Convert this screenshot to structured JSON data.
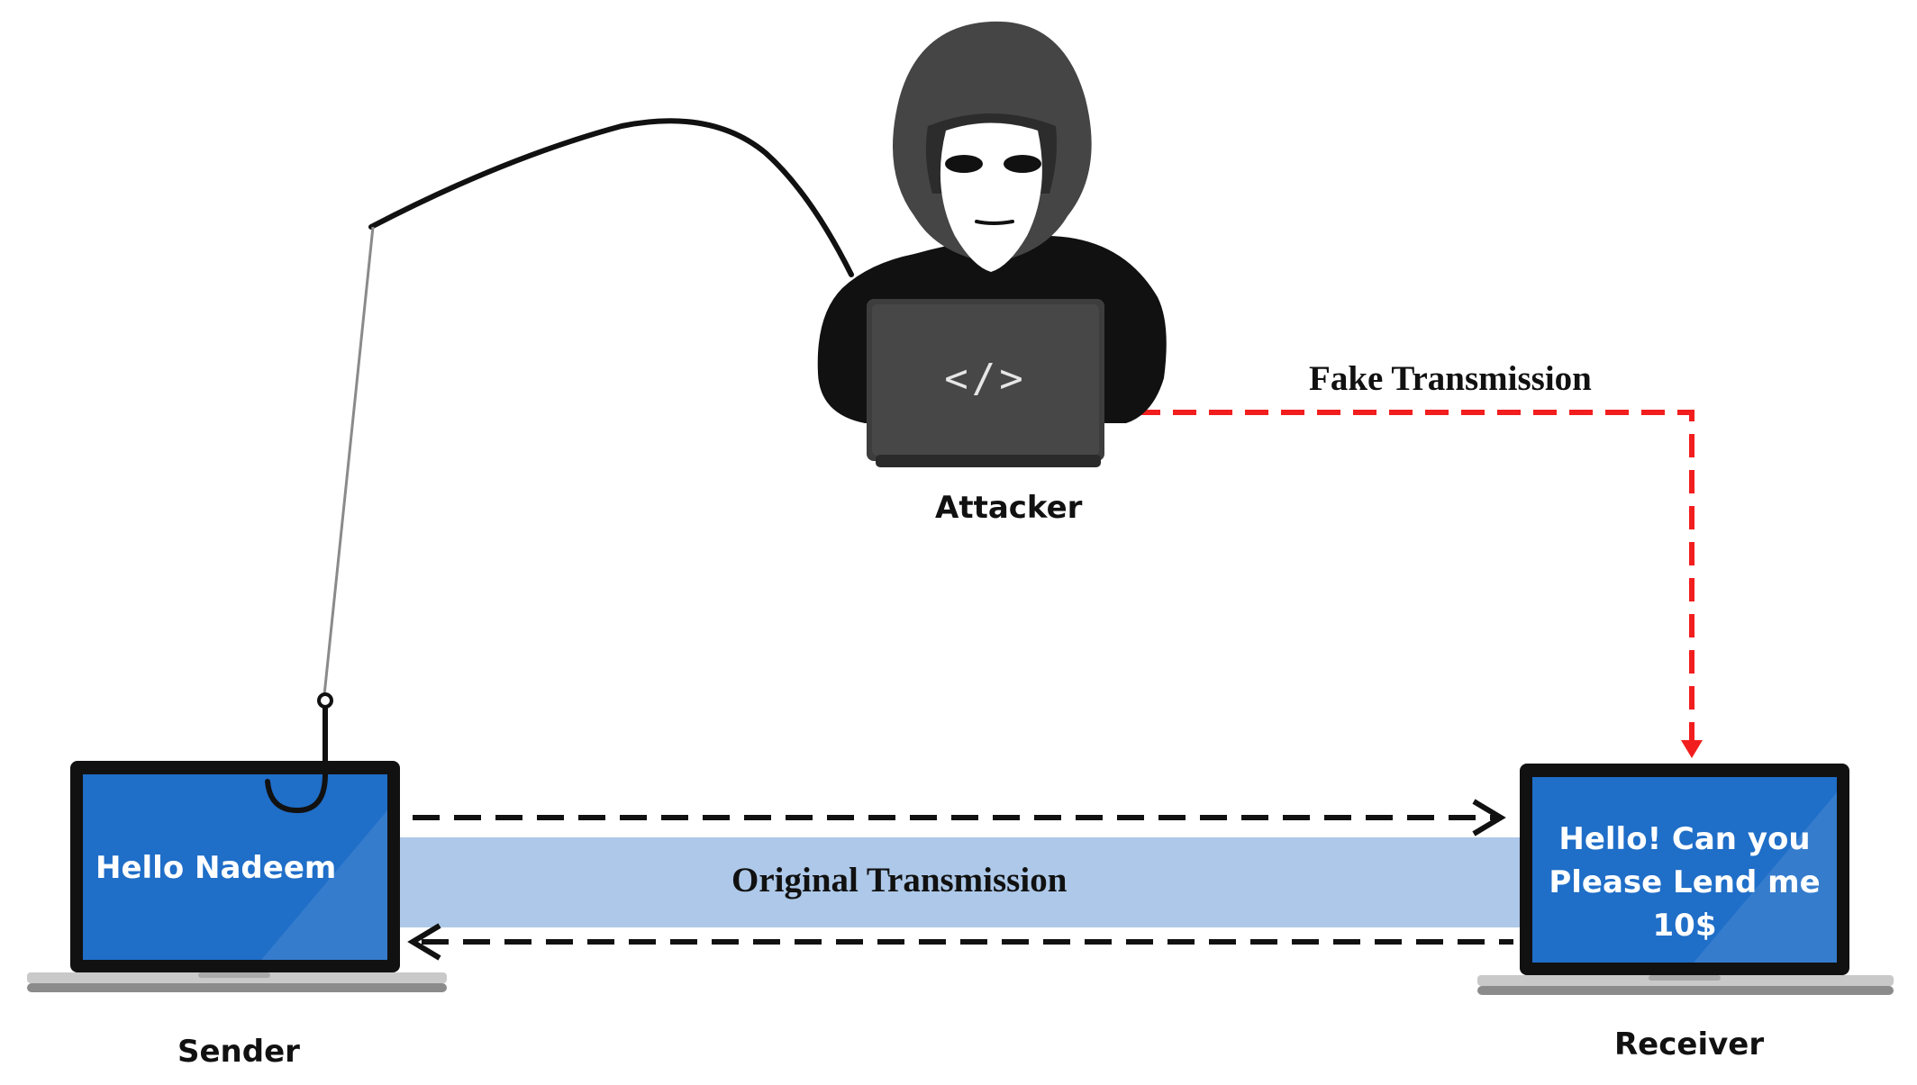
{
  "labels": {
    "attacker": "Attacker",
    "sender": "Sender",
    "receiver": "Receiver",
    "fake_transmission": "Fake Transmission",
    "original_transmission": "Original Transmission"
  },
  "screens": {
    "sender_message": "Hello Nadeem",
    "receiver_lines": [
      "Hello!  Can you",
      "Please Lend me",
      "10$"
    ]
  },
  "attacker_screen_code": "</>",
  "colors": {
    "screen_blue": "#1f6ec8",
    "channel_band": "#adc8e8",
    "fake_arrow": "#f21e1e",
    "original_arrow": "#111111",
    "hood": "#454545",
    "mask": "#ffffff"
  }
}
